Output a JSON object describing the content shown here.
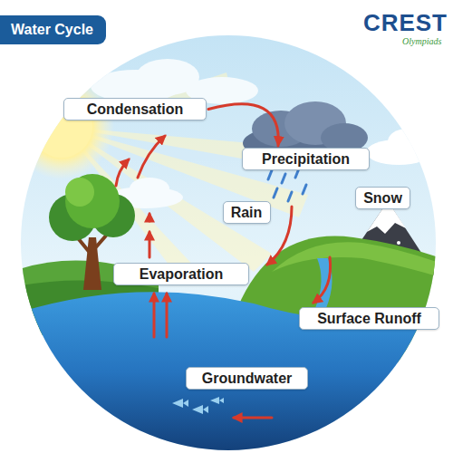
{
  "diagram": {
    "title": "Water Cycle",
    "nodes": [
      {
        "text": [
          "Condensation"
        ]
      },
      {
        "text": [
          "Precipitation"
        ]
      },
      {
        "text": [
          "Rain"
        ]
      },
      {
        "text": [
          "Snow"
        ]
      },
      {
        "text": [
          "Evaporation"
        ]
      },
      {
        "text": [
          "Surface Runoff"
        ]
      },
      {
        "text": [
          "Groundwater"
        ]
      }
    ],
    "edges": [
      {
        "from": 0,
        "to": 1,
        "arrow": "to"
      }
    ],
    "labels": [
      "CREST",
      "Olympiads"
    ]
  }
}
